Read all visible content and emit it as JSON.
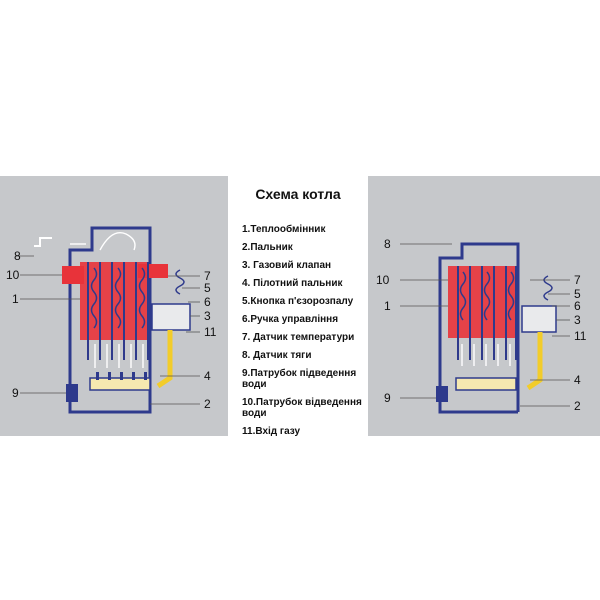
{
  "title": "Схема котла",
  "legend": [
    "1.Теплообмінник",
    "2.Пальник",
    "3. Газовий клапан",
    "4. Пілотний пальник",
    "5.Кнопка п'єзорозпалу",
    "6.Ручка управління",
    "7. Датчик температури",
    "8. Датчик тяги",
    "9.Патрубок підведення води",
    "10.Патрубок відведення води",
    "11.Вхід газу"
  ],
  "callouts": [
    "1",
    "2",
    "3",
    "4",
    "5",
    "6",
    "7",
    "8",
    "9",
    "10",
    "11"
  ],
  "colors": {
    "panel_bg": "#c6c8cb",
    "outline": "#2e3a8c",
    "heat_red": "#e8333a",
    "flow_blue": "#ffffff",
    "gas_yellow": "#f2cc2a"
  }
}
